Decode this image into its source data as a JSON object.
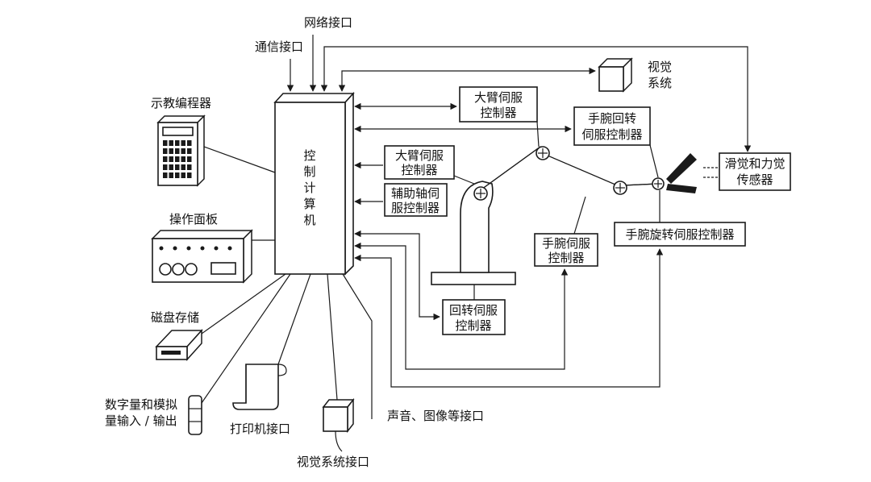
{
  "diagram": {
    "computer": "控制计算机",
    "network_interface": "网络接口",
    "comm_interface": "通信接口",
    "vision_system": [
      "视觉",
      "系统"
    ],
    "arm_servo_top": [
      "大臂伺服",
      "控制器"
    ],
    "wrist_rotate_servo": [
      "手腕回转",
      "伺服控制器"
    ],
    "slip_force_sensor": [
      "滑觉和力觉",
      "传感器"
    ],
    "arm_servo_left": [
      "大臂伺服",
      "控制器"
    ],
    "aux_axis_servo": [
      "辅助轴伺",
      "服控制器"
    ],
    "wrist_servo": [
      "手腕伺服",
      "控制器"
    ],
    "wrist_spin_servo": "手腕旋转伺服控制器",
    "rotate_servo": [
      "回转伺服",
      "控制器"
    ],
    "teach_pendant": "示教编程器",
    "operation_panel": "操作面板",
    "disk_storage": "磁盘存储",
    "digital_analog_io": [
      "数字量和模拟",
      "量输入 / 输出"
    ],
    "printer_interface": "打印机接口",
    "vision_interface": "视觉系统接口",
    "sound_image_interface": "声音、图像等接口"
  }
}
